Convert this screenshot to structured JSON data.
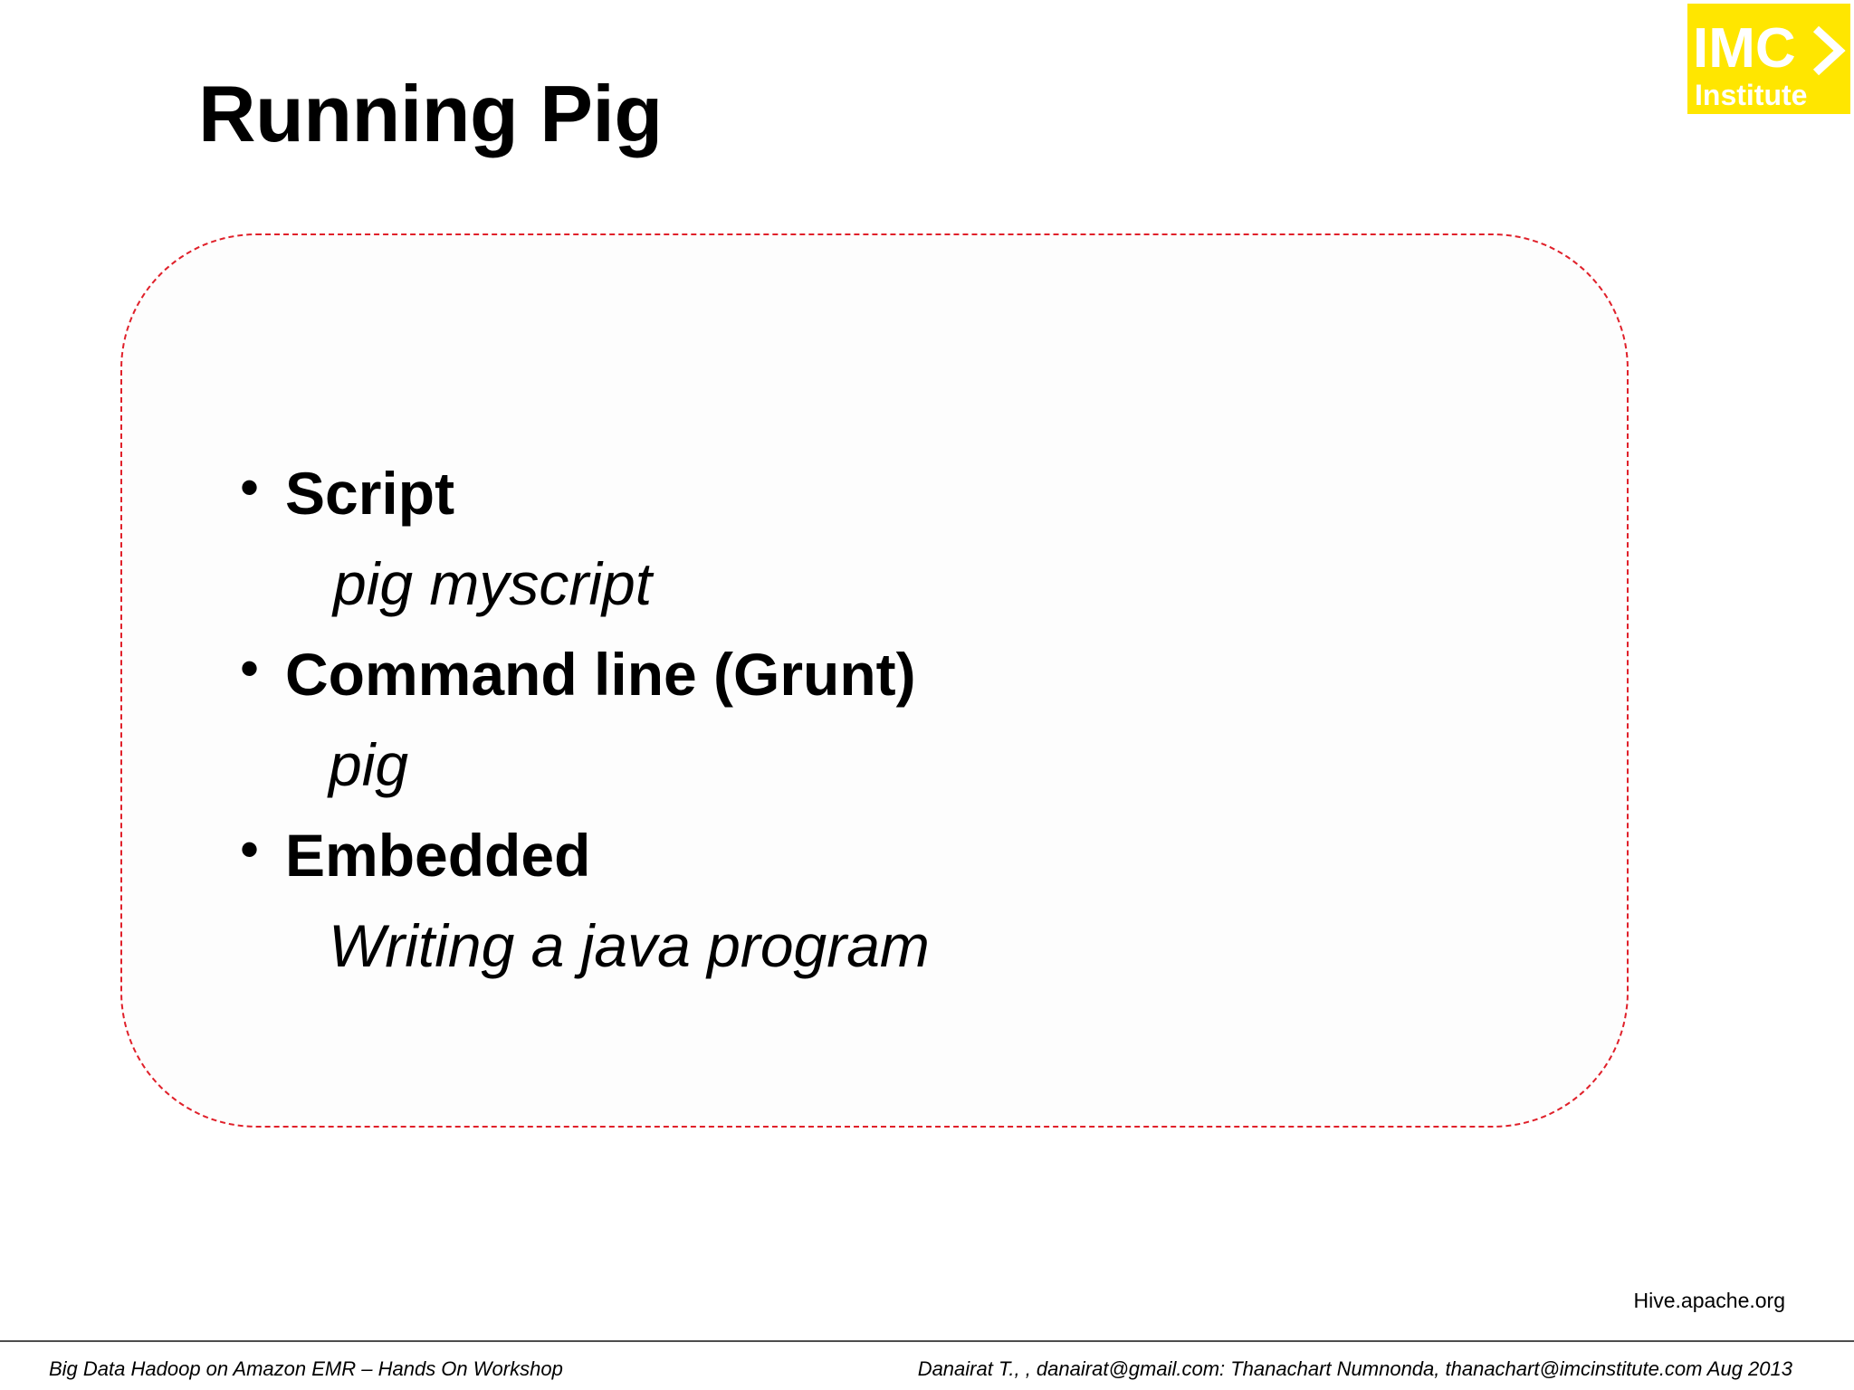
{
  "slide": {
    "title": "Running Pig"
  },
  "logo": {
    "line1": "IMC",
    "line2": "Institute",
    "background_color": "#FFE600",
    "text_color": "#ffffff"
  },
  "content": {
    "frame_color": "#e0202a",
    "bullets": [
      {
        "label": "Script",
        "sub": "pig myscript"
      },
      {
        "label": "Command line (Grunt)",
        "sub": "pig"
      },
      {
        "label": "Embedded",
        "sub": "Writing a java program"
      }
    ],
    "bullet_glyph": "•"
  },
  "source": "Hive.apache.org",
  "footer": {
    "left": "Big Data Hadoop on Amazon EMR – Hands On Workshop",
    "right": "Danairat T., , danairat@gmail.com:  Thanachart Numnonda,  thanachart@imcinstitute.com   Aug 2013"
  }
}
